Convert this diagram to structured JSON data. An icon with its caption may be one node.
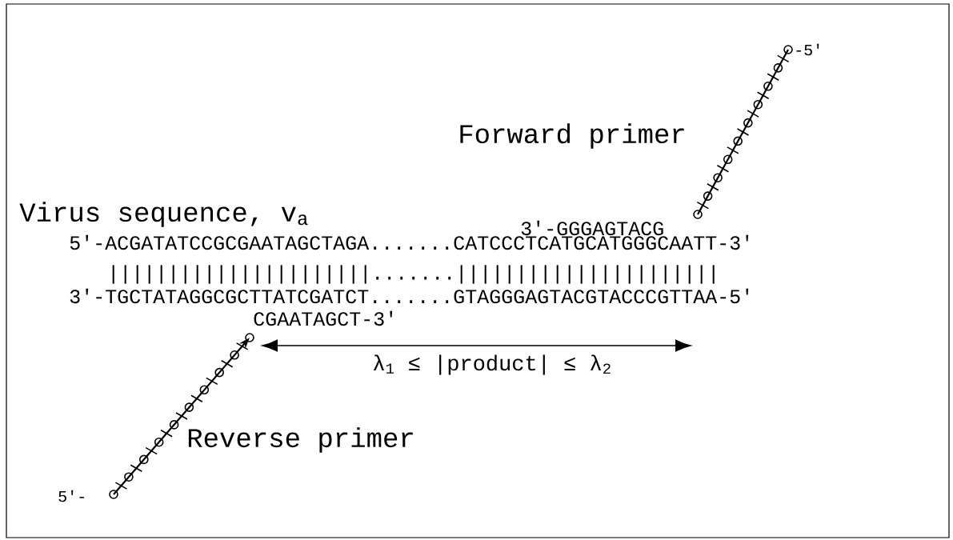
{
  "diagram": {
    "labels": [
      "-5′",
      "Forward primer",
      "Virus sequence, v$_{a}$",
      "3′-GGGAGTACG",
      "5′-ACGATATCCGCGAATAGCTAGA.......CATCCCTCATGCATGGGCAATT-3′",
      "||||||||||||||||||||||.......||||||||||||||||||||||",
      "3′-TGCTATAGGCGCTTATCGATCT.......GTAGGGAGTACGTACCCGTTAA-5′",
      "CGAATAGCT-3′",
      "λ$_{1}$ ≤ |product| ≤ λ$_{2}$",
      "Reverse primer",
      "5′-"
    ]
  }
}
